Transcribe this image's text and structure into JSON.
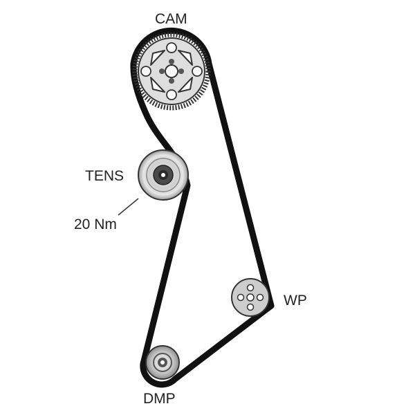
{
  "labels": {
    "cam": "CAM",
    "tensioner": "TENS",
    "torque": "20 Nm",
    "water_pump": "WP",
    "damper": "DMP"
  },
  "colors": {
    "belt": "#111111",
    "pulley_fill": "#dedede",
    "pulley_edge": "#333333",
    "hole": "#ffffff",
    "text": "#222222"
  }
}
